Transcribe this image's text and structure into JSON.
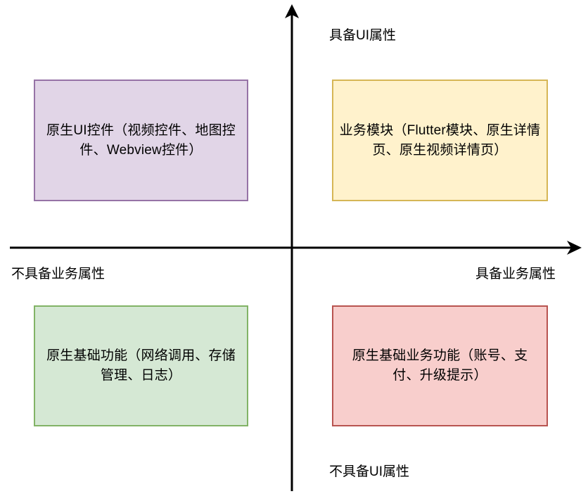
{
  "diagram": {
    "type": "quadrant-matrix",
    "background_color": "#ffffff",
    "axes": {
      "color": "#000000",
      "vertical_label_top": "具备UI属性",
      "vertical_label_bottom": "不具备UI属性",
      "horizontal_label_left": "不具备业务属性",
      "horizontal_label_right": "具备业务属性"
    },
    "quadrants": [
      {
        "id": "top-left",
        "position": "upper-left",
        "text": "原生UI控件（视频控件、地图控件、Webview控件）",
        "fill_color": "#e1d5e7",
        "border_color": "#9673a6"
      },
      {
        "id": "top-right",
        "position": "upper-right",
        "text": "业务模块（Flutter模块、原生详情页、原生视频详情页）",
        "fill_color": "#fff2cc",
        "border_color": "#d6b656"
      },
      {
        "id": "bottom-left",
        "position": "lower-left",
        "text": "原生基础功能（网络调用、存储管理、日志）",
        "fill_color": "#d5e8d4",
        "border_color": "#82b366"
      },
      {
        "id": "bottom-right",
        "position": "lower-right",
        "text": "原生基础业务功能（账号、支付、升级提示）",
        "fill_color": "#f8cecc",
        "border_color": "#b85450"
      }
    ]
  }
}
